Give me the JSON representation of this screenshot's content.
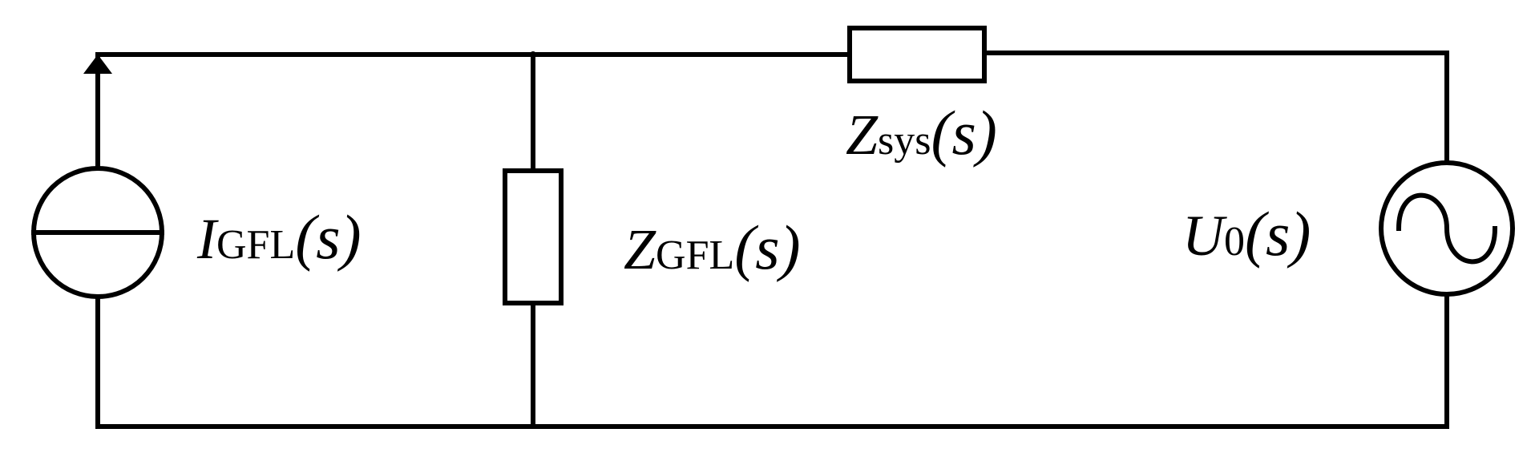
{
  "diagram": {
    "type": "circuit-schematic",
    "components": {
      "current_source": {
        "symbol": "I",
        "subscript": "GFL",
        "argument": "(s)",
        "icon": "current-source-icon"
      },
      "shunt_impedance": {
        "symbol": "Z",
        "subscript": "GFL",
        "argument": "(s)",
        "icon": "resistor-icon"
      },
      "series_impedance": {
        "symbol": "Z",
        "subscript": "sys",
        "argument": "(s)",
        "icon": "resistor-icon"
      },
      "voltage_source": {
        "symbol": "U",
        "subscript": "0",
        "argument": "(s)",
        "icon": "ac-voltage-source-icon"
      }
    },
    "colors": {
      "stroke": "#000000",
      "background": "#ffffff"
    }
  }
}
